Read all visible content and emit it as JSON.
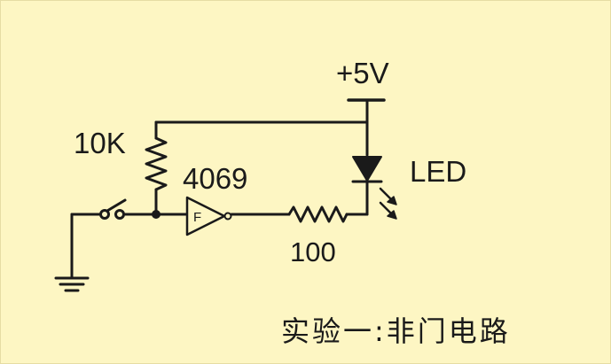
{
  "diagram": {
    "supply_label": "+5V",
    "pullup_resistor_label": "10K",
    "inverter_label": "4069",
    "inverter_symbol_letter": "F",
    "series_resistor_label": "100",
    "led_label": "LED",
    "caption": "实验一:非门电路"
  },
  "colors": {
    "background": "#fdf6c3",
    "ink": "#1a1a1a"
  }
}
